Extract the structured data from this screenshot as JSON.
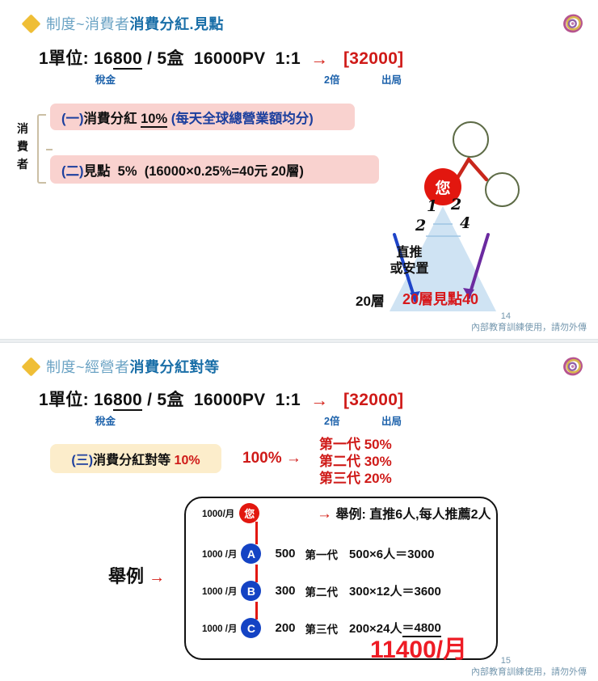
{
  "slide1": {
    "header": {
      "prefix": "制度~消費者",
      "emphasis": "消費分紅.見點",
      "diamond_color": "#efbe36"
    },
    "unit_line": {
      "label": "1單位:",
      "price": "16800",
      "sep1": "/",
      "boxes": "5盒",
      "pv": "16000PV",
      "ratio": "1:1",
      "arrow": "→",
      "bracket_value": "[32000]",
      "sub_tax": "稅金",
      "sub_multiplier": "2倍",
      "sub_exit": "出局"
    },
    "consumer_label": "消費者",
    "items": [
      {
        "no": "(一)",
        "name": "消費分紅",
        "pct": "10%",
        "note": "(每天全球總營業額均分)"
      },
      {
        "no": "(二)",
        "name": "見點",
        "pct": "5%",
        "note": "(16000×0.25%=40元  20層)"
      }
    ],
    "diagram": {
      "you": "您",
      "triangle_line1": "直推",
      "triangle_line2": "或安置",
      "hand_numbers": [
        "1",
        "2",
        "2",
        "4"
      ],
      "left_label": "20層",
      "red_label": "20層見點40"
    },
    "footer": {
      "text": "內部教育訓練使用，請勿外傳",
      "page": "14"
    }
  },
  "slide2": {
    "header": {
      "prefix": "制度~經營者",
      "emphasis": "消費分紅對等",
      "diamond_color": "#efbe36"
    },
    "unit_line": {
      "label": "1單位:",
      "price": "16800",
      "sep1": "/",
      "boxes": "5盒",
      "pv": "16000PV",
      "ratio": "1:1",
      "arrow": "→",
      "bracket_value": "[32000]",
      "sub_tax": "稅金",
      "sub_multiplier": "2倍",
      "sub_exit": "出局"
    },
    "item": {
      "no": "(三)",
      "name": "消費分紅對等",
      "pct": "10%"
    },
    "percent_100": "100%  →",
    "generations": [
      "第一代 50%",
      "第二代 30%",
      "第三代 20%"
    ],
    "example_label": "舉例",
    "example_arrow": "→",
    "example_head_arrow": "→",
    "example_head": "舉例: 直推6人,每人推薦2人",
    "rows": [
      {
        "permonth": "1000/月",
        "node": "您",
        "node_color": "red",
        "amount": "",
        "gen": "",
        "calc": ""
      },
      {
        "permonth": "1000 /月",
        "node": "A",
        "node_color": "blue",
        "amount": "500",
        "gen": "第一代",
        "calc": "500×6人＝3000"
      },
      {
        "permonth": "1000 /月",
        "node": "B",
        "node_color": "blue",
        "amount": "300",
        "gen": "第二代",
        "calc": "300×12人＝3600"
      },
      {
        "permonth": "1000 /月",
        "node": "C",
        "node_color": "blue",
        "amount": "200",
        "gen": "第三代",
        "calc_pre": "200×24人",
        "calc_ul": "＝4800"
      }
    ],
    "total": "11400/月",
    "footer": {
      "text": "內部教育訓練使用，請勿外傳",
      "page": "15"
    }
  },
  "colors": {
    "accent_blue": "#1a6fa8",
    "light_blue": "#6ba3c4",
    "red": "#cf1a18",
    "pink_box": "#f9d2cf",
    "yellow_box": "#fcedcb",
    "gold": "#efbe36",
    "triangle": "#cfe3f3"
  }
}
